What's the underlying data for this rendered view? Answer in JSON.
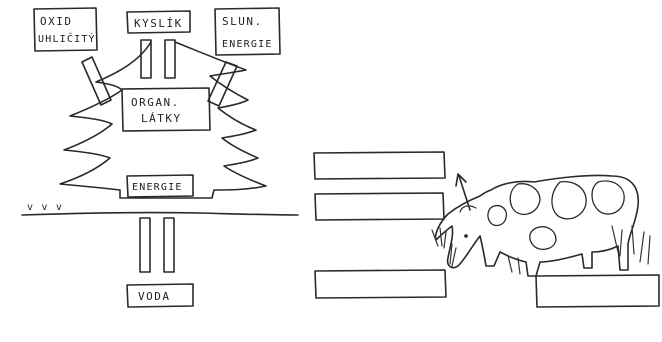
{
  "left_diagram": {
    "boxes": {
      "co2_line1": "OXID",
      "co2_line2": "UHLIČITÝ",
      "oxygen": "KYSLÍK",
      "solar_line1": "SLUN.",
      "solar_line2": "ENERGIE",
      "organic_line1": "ORGAN.",
      "organic_line2": "LÁTKY",
      "energy": "ENERGIE",
      "water": "VODA"
    },
    "grass_label": "v v v"
  },
  "right_diagram": {
    "blank_boxes_count": 4
  }
}
